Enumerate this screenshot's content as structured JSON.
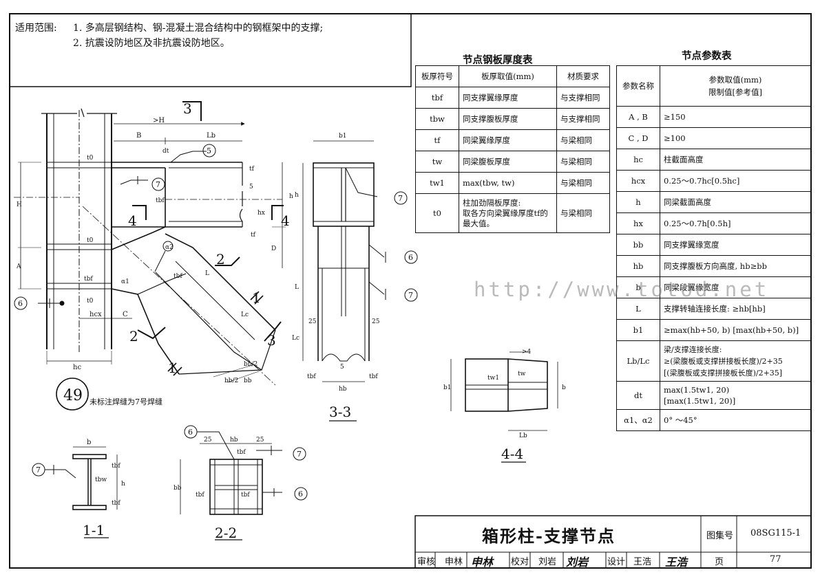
{
  "scope": {
    "label": "适用范围:",
    "line1": "1. 多高层钢结构、钢-混凝土混合结构中的钢框架中的支撑;",
    "line2": "2. 抗震设防地区及非抗震设防地区。"
  },
  "plate_table": {
    "title": "节点钢板厚度表",
    "headers": [
      "板厚符号",
      "板厚取值(mm)",
      "材质要求"
    ],
    "rows": [
      [
        "tbf",
        "同支撑翼缘厚度",
        "与支撑相同"
      ],
      [
        "tbw",
        "同支撑腹板厚度",
        "与支撑相同"
      ],
      [
        "tf",
        "同梁翼缘厚度",
        "与梁相同"
      ],
      [
        "tw",
        "同梁腹板厚度",
        "与梁相同"
      ],
      [
        "tw1",
        "max(tbw, tw)",
        "与梁相同"
      ]
    ],
    "last_row": {
      "sym": "t0",
      "val1": "柱加劲隔板厚度:",
      "val2": "取各方向梁翼缘厚度tf的",
      "val3": "最大值。",
      "mat": "与梁相同"
    }
  },
  "param_table": {
    "title": "节点参数表",
    "header_name": "参数名称",
    "header_val1": "参数取值(mm)",
    "header_val2": "限制值[参考值]",
    "rows": [
      [
        "A , B",
        "≥150"
      ],
      [
        "C , D",
        "≥100"
      ],
      [
        "hc",
        "柱截面高度"
      ],
      [
        "hcx",
        "0.25～0.7hc[0.5hc]"
      ],
      [
        "h",
        "同梁截面高度"
      ],
      [
        "hx",
        "0.25～0.7h[0.5h]"
      ],
      [
        "bb",
        "同支撑翼缘宽度"
      ],
      [
        "hb",
        "同支撑腹板方向高度, hb≥bb"
      ],
      [
        "b",
        "同梁段翼缘宽度"
      ],
      [
        "L",
        "支撑转轴连接长度: ≥hb[hb]"
      ],
      [
        "b1",
        "≥max(hb+50, b)  [max(hb+50, b)]"
      ]
    ],
    "lb_row": {
      "name": "Lb/Lc",
      "v1": "梁/支撑连接长度:",
      "v2": "≥(梁腹板或支撑拼接板长度)/2+35",
      "v3": "[(梁腹板或支撑拼接板长度)/2+35]"
    },
    "dt_row": {
      "name": "dt",
      "v1": "max(1.5tw1, 20)",
      "v2": "[max(1.5tw1, 20)]"
    },
    "alpha_row": {
      "name": "α1、α2",
      "v1": "0° ～45°"
    }
  },
  "title_block": {
    "title": "箱形柱-支撑节点",
    "atlas_label": "图集号",
    "atlas_no": "08SG115-1",
    "review_label": "审核",
    "reviewer": "申林",
    "check_label": "校对",
    "checker": "刘岩",
    "design_label": "设计",
    "designer": "王浩",
    "page_label": "页",
    "page_no": "77"
  },
  "watermark": "http://www.totod.net",
  "labels": {
    "node_no": "49",
    "weld_note": "未标注焊缝为7号焊缝",
    "sec11": "1-1",
    "sec22": "2-2",
    "sec33": "3-3",
    "sec44": "4-4",
    "cut3": "3",
    "cut2": "2",
    "cut1": "1",
    "cut4": "4",
    "n5": "5",
    "n6": "6",
    "n7": "7",
    "gtH": ">H",
    "gt4": ">4",
    "B": "B",
    "Lb": "Lb",
    "dt": "dt",
    "tbf": "tbf",
    "t0": "t0",
    "tf": "tf",
    "H": "H",
    "A": "A",
    "C": "C",
    "D": "D",
    "h": "h",
    "hx": "hx",
    "hc": "hc",
    "hcx": "hcx",
    "L": "L",
    "Lc": "Lc",
    "bb": "bb",
    "bb2": "bb/2",
    "hb": "hb",
    "b": "b",
    "b1": "b1",
    "tbw": "tbw",
    "tw1": "tw1",
    "tw": "tw",
    "a1": "α1",
    "a2": "α2",
    "d25": "25",
    "d5": "5"
  }
}
